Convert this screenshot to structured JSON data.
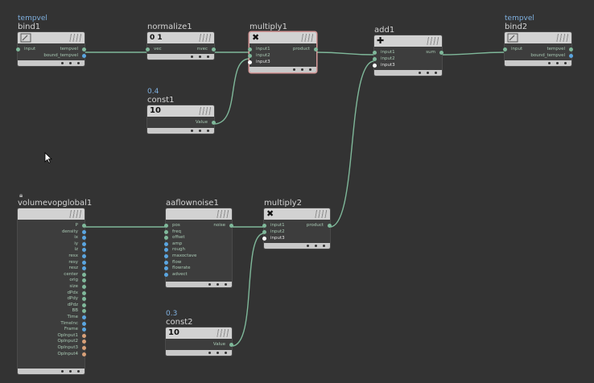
{
  "colors": {
    "background": "#333333",
    "node_body": "#3d3d3d",
    "node_header": "#d2d2d2",
    "wire": "#7fb89a",
    "selected_outline": "#d79a9a",
    "param_label": "#7fb0df",
    "port_green": "#7fb89a",
    "port_blue": "#5aa5e0",
    "port_white": "#ffffff",
    "port_orange": "#d8a078"
  },
  "nodes": {
    "bind1": {
      "param": "tempvel",
      "name": "bind1",
      "icon": "bind-icon",
      "inputs": [
        {
          "label": "input",
          "color": "green"
        }
      ],
      "outputs": [
        {
          "label": "tempvel",
          "color": "green"
        },
        {
          "label": "bound_tempvel",
          "color": "blue"
        }
      ]
    },
    "normalize1": {
      "param": "",
      "name": "normalize1",
      "icon": "normalize-icon",
      "icon_text": "0 1",
      "inputs": [
        {
          "label": "vec",
          "color": "green"
        }
      ],
      "outputs": [
        {
          "label": "nvec",
          "color": "green"
        }
      ]
    },
    "multiply1": {
      "param": "",
      "name": "multiply1",
      "icon": "multiply-icon",
      "icon_text": "✖",
      "selected": true,
      "inputs": [
        {
          "label": "input1",
          "color": "green"
        },
        {
          "label": "input2",
          "color": "green"
        },
        {
          "label": "input3",
          "color": "white"
        }
      ],
      "outputs": [
        {
          "label": "product",
          "color": "green"
        }
      ]
    },
    "add1": {
      "param": "",
      "name": "add1",
      "icon": "add-icon",
      "icon_text": "✚",
      "inputs": [
        {
          "label": "input1",
          "color": "green"
        },
        {
          "label": "input2",
          "color": "green"
        },
        {
          "label": "input3",
          "color": "white"
        }
      ],
      "outputs": [
        {
          "label": "sum",
          "color": "green"
        }
      ]
    },
    "bind2": {
      "param": "tempvel",
      "name": "bind2",
      "icon": "bind-icon",
      "inputs": [
        {
          "label": "input",
          "color": "green"
        }
      ],
      "outputs": [
        {
          "label": "tempvel",
          "color": "green"
        },
        {
          "label": "bound_tempvel",
          "color": "blue"
        }
      ]
    },
    "const1": {
      "param": "0.4",
      "name": "const1",
      "icon": "constant-icon",
      "icon_text": "10",
      "inputs": [],
      "outputs": [
        {
          "label": "Value",
          "color": "green"
        }
      ]
    },
    "volumevopglobal1": {
      "param": "",
      "name": "volumevopglobal1",
      "icon": "",
      "locked": true,
      "inputs": [],
      "outputs": [
        {
          "label": "P",
          "color": "green"
        },
        {
          "label": "density",
          "color": "blue"
        },
        {
          "label": "ix",
          "color": "blue"
        },
        {
          "label": "iy",
          "color": "blue"
        },
        {
          "label": "iz",
          "color": "blue"
        },
        {
          "label": "resx",
          "color": "blue"
        },
        {
          "label": "resy",
          "color": "blue"
        },
        {
          "label": "resz",
          "color": "blue"
        },
        {
          "label": "center",
          "color": "green"
        },
        {
          "label": "orig",
          "color": "green"
        },
        {
          "label": "size",
          "color": "green"
        },
        {
          "label": "dPdx",
          "color": "green"
        },
        {
          "label": "dPdy",
          "color": "green"
        },
        {
          "label": "dPdz",
          "color": "green"
        },
        {
          "label": "BB",
          "color": "green"
        },
        {
          "label": "Time",
          "color": "blue"
        },
        {
          "label": "TimeInc",
          "color": "blue"
        },
        {
          "label": "Frame",
          "color": "blue"
        },
        {
          "label": "OpInput1",
          "color": "orange"
        },
        {
          "label": "OpInput2",
          "color": "orange"
        },
        {
          "label": "OpInput3",
          "color": "orange"
        },
        {
          "label": "OpInput4",
          "color": "orange"
        }
      ]
    },
    "aaflownoise1": {
      "param": "",
      "name": "aaflownoise1",
      "icon": "",
      "inputs": [
        {
          "label": "pos",
          "color": "green"
        },
        {
          "label": "freq",
          "color": "green"
        },
        {
          "label": "offset",
          "color": "green"
        },
        {
          "label": "amp",
          "color": "blue"
        },
        {
          "label": "rough",
          "color": "blue"
        },
        {
          "label": "maxoctave",
          "color": "blue"
        },
        {
          "label": "flow",
          "color": "blue"
        },
        {
          "label": "flowrate",
          "color": "blue"
        },
        {
          "label": "advect",
          "color": "blue"
        }
      ],
      "outputs": [
        {
          "label": "noise",
          "color": "green"
        }
      ]
    },
    "multiply2": {
      "param": "",
      "name": "multiply2",
      "icon": "multiply-icon",
      "icon_text": "✖",
      "inputs": [
        {
          "label": "input1",
          "color": "green"
        },
        {
          "label": "input2",
          "color": "green"
        },
        {
          "label": "input3",
          "color": "white"
        }
      ],
      "outputs": [
        {
          "label": "product",
          "color": "green"
        }
      ]
    },
    "const2": {
      "param": "0.3",
      "name": "const2",
      "icon": "constant-icon",
      "icon_text": "10",
      "inputs": [],
      "outputs": [
        {
          "label": "Value",
          "color": "green"
        }
      ]
    }
  }
}
